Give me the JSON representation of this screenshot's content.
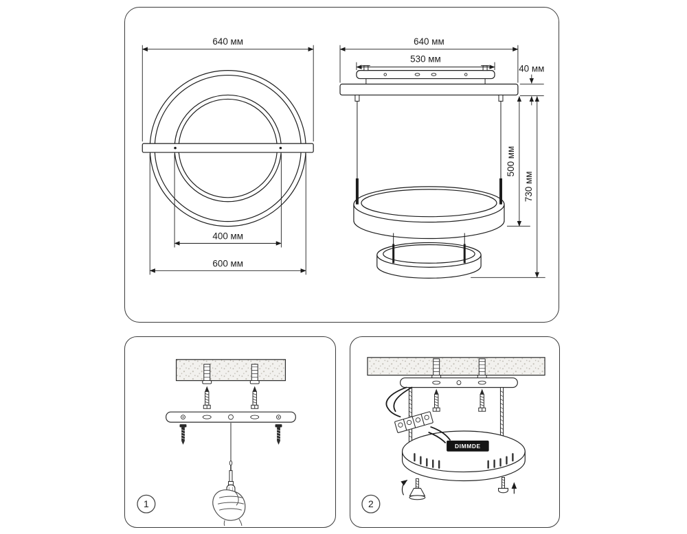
{
  "colors": {
    "ink": "#1c1c1c",
    "panel_border": "#3a3a3a",
    "label_bg": "#141414",
    "label_text": "#ffffff"
  },
  "spec_panel": {
    "front_view": {
      "dim_bar_width": "640 мм",
      "dim_inner_diameter": "400 мм",
      "dim_outer_diameter": "600 мм"
    },
    "side_view": {
      "dim_canopy_width": "640 мм",
      "dim_plate_width": "530 мм",
      "dim_canopy_height": "40 мм",
      "dim_suspension_drop": "500 мм",
      "dim_total_drop": "730 мм"
    }
  },
  "steps": [
    {
      "number": "1"
    },
    {
      "number": "2",
      "driver_label": "DIMMDE"
    }
  ]
}
